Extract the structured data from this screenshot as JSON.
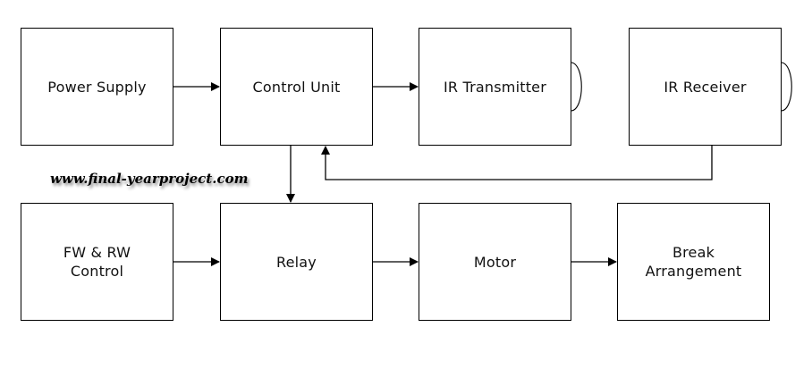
{
  "diagram": {
    "blocks": {
      "power_supply": "Power Supply",
      "control_unit": "Control Unit",
      "ir_transmitter": "IR Transmitter",
      "ir_receiver": "IR Receiver",
      "fw_rw_control": "FW & RW\nControl",
      "relay": "Relay",
      "motor": "Motor",
      "break_arrangement": "Break\nArrangement"
    },
    "watermark": "www.final-yearproject.com",
    "colors": {
      "line": "#000000",
      "text": "#111111",
      "background": "#ffffff"
    }
  }
}
